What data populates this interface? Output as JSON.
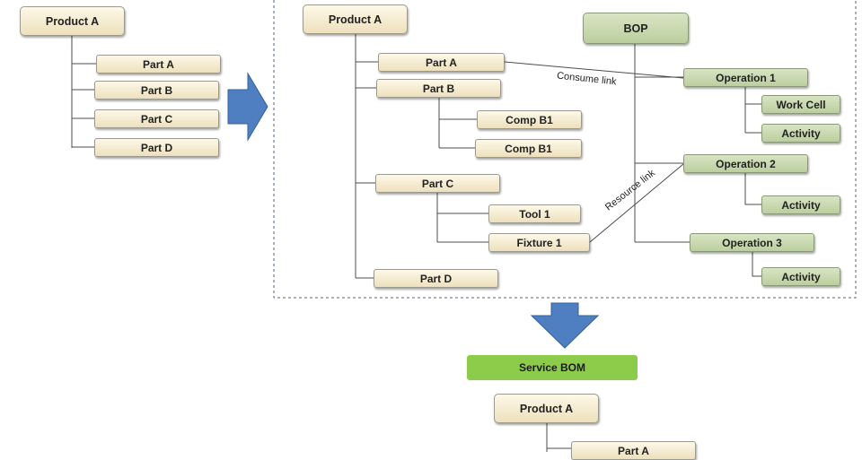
{
  "left_bom": {
    "root": "Product A",
    "parts": [
      "Part A",
      "Part B",
      "Part C",
      "Part D"
    ]
  },
  "mbom": {
    "root": "Product A",
    "part_a": "Part A",
    "part_b": "Part B",
    "comp_b1_1": "Comp B1",
    "comp_b1_2": "Comp B1",
    "part_c": "Part C",
    "tool_1": "Tool 1",
    "fixture_1": "Fixture 1",
    "part_d": "Part D"
  },
  "bop": {
    "root": "BOP",
    "operation_1": "Operation 1",
    "work_cell": "Work Cell",
    "activity_1": "Activity",
    "operation_2": "Operation 2",
    "activity_2": "Activity",
    "operation_3": "Operation 3",
    "activity_3": "Activity"
  },
  "links": {
    "consume": "Consume link",
    "resource": "Resource link"
  },
  "service_bom": {
    "title": "Service BOM",
    "root": "Product A",
    "part_a": "Part A"
  },
  "colors": {
    "bom_node": "#f4ebcf",
    "bop_node": "#c9d9b0",
    "service_header": "#8dcc4a",
    "arrow": "#4f7fc0"
  }
}
